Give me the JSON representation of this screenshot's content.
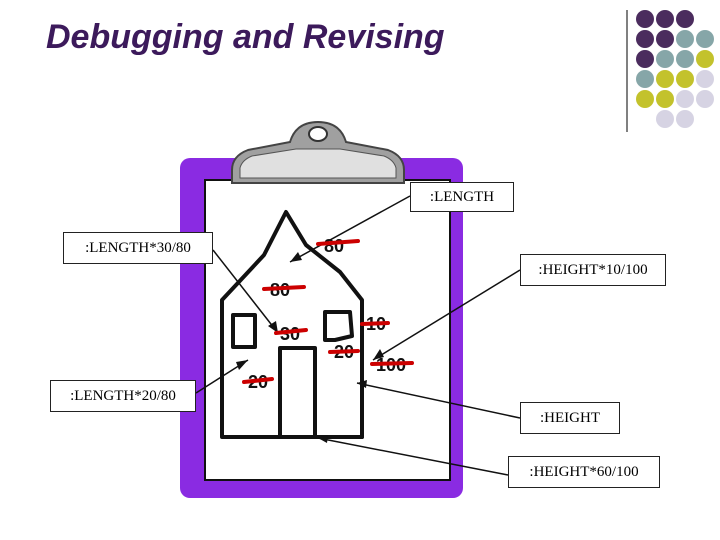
{
  "slide": {
    "title": "Debugging and Revising"
  },
  "colors": {
    "title": "#3c1a5b",
    "purple_dark": "#4b2c5e",
    "teal": "#86a6a8",
    "olive": "#c3c22c",
    "lavender": "#d6d3e3",
    "clipboard": "#8a2be2",
    "correction": "#cc0000"
  },
  "labels": {
    "length": ":LENGTH",
    "length_30_80": ":LENGTH*30/80",
    "height_10_100": ":HEIGHT*10/100",
    "length_20_80": ":LENGTH*20/80",
    "height": ":HEIGHT",
    "height_60_100": ":HEIGHT*60/100"
  },
  "sketch_numbers": {
    "n80": "80",
    "n30": "30",
    "n10": "10",
    "n20": "20",
    "n100": "100"
  }
}
